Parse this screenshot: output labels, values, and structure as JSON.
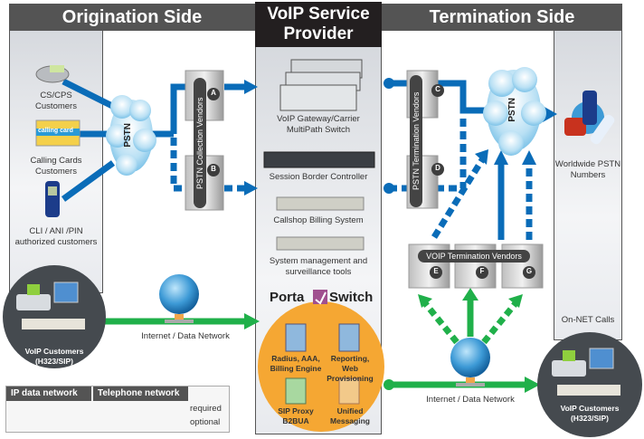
{
  "headers": {
    "origination": "Origination Side",
    "provider_line1": "VoIP Service",
    "provider_line2": "Provider",
    "termination": "Termination Side"
  },
  "origination_customers": [
    {
      "label_line1": "CS/CPS",
      "label_line2": "Customers",
      "icon": "desk-phone-icon"
    },
    {
      "label_line1": "Calling Cards",
      "label_line2": "Customers",
      "icon": "calling-card-icon",
      "card_text": "calling card"
    },
    {
      "label_line1": "CLI / ANI /PIN",
      "label_line2": "authorized customers",
      "icon": "mobile-phone-icon"
    }
  ],
  "clouds": {
    "origination_pstn": "PSTN",
    "termination_pstn": "PSTN"
  },
  "collection_vendors": {
    "label": "PSTN Collection Vendors",
    "badges": [
      "A",
      "B"
    ]
  },
  "termination_vendors": {
    "label": "PSTN Termination Vendors",
    "badges": [
      "C",
      "D"
    ]
  },
  "voip_termination_vendors": {
    "label": "VOIP Termination Vendors",
    "badges": [
      "E",
      "F",
      "G"
    ]
  },
  "provider_components": [
    {
      "label_line1": "VoIP Gateway/Carrier",
      "label_line2": "MultiPath Switch"
    },
    {
      "label_line1": "Session Border Controller",
      "label_line2": ""
    },
    {
      "label_line1": "Callshop Billing System",
      "label_line2": ""
    },
    {
      "label_line1": "System management and",
      "label_line2": "surveillance tools"
    }
  ],
  "portaswitch": {
    "brand_left": "Porta",
    "brand_right": "Switch",
    "modules": [
      {
        "line1": "Radius, AAA,",
        "line2": "Billing Engine",
        "color": "#8fb8dd"
      },
      {
        "line1": "Reporting, Web",
        "line2": "Provisioning",
        "color": "#8fb8dd"
      },
      {
        "line1": "SIP Proxy",
        "line2": "B2BUA",
        "color": "#a8d8a0"
      },
      {
        "line1": "Unified",
        "line2": "Messaging",
        "color": "#f2c98a"
      }
    ]
  },
  "worldwide": {
    "line1": "Worldwide PSTN",
    "line2": "Numbers"
  },
  "voip_customers_left": {
    "line1": "VoIP Customers",
    "line2": "(H323/SIP)"
  },
  "voip_customers_right": {
    "line1": "VoIP Customers",
    "line2": "(H323/SIP)"
  },
  "internet_left": "Internet / Data Network",
  "internet_right": "Internet / Data Network",
  "on_net": "On-NET Calls",
  "legend": {
    "ip_header": "IP data network",
    "tel_header": "Telephone network",
    "required": "required",
    "optional": "optional"
  },
  "colors": {
    "telephone": "#0a6cb8",
    "ip": "#20b04a",
    "header_gray": "#545454",
    "header_dark": "#231f20",
    "portaswitch_orange": "#f5a733",
    "portaswitch_logo": "#a0508f"
  }
}
